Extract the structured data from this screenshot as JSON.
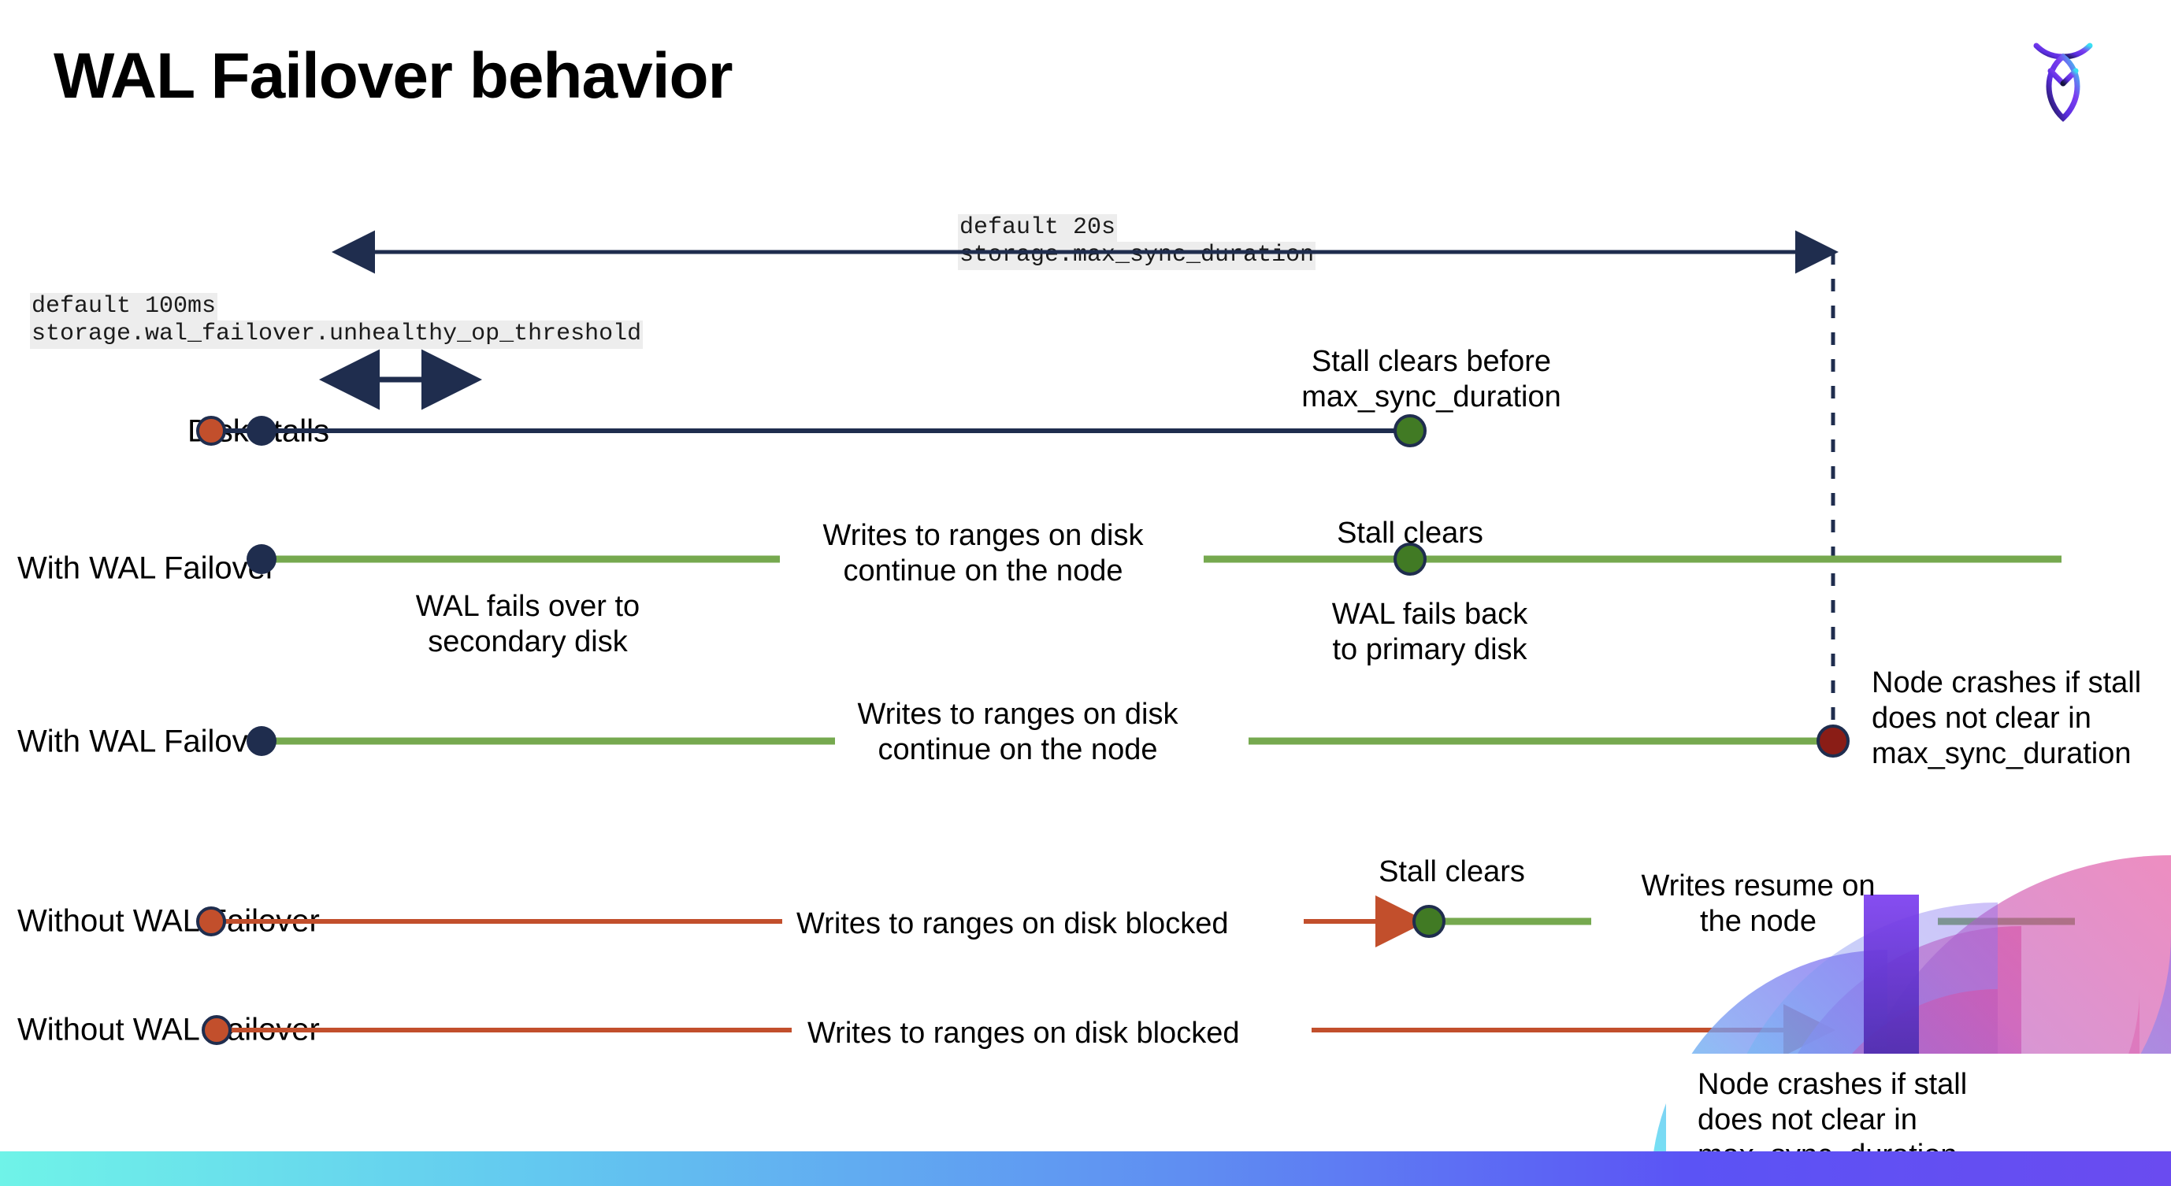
{
  "page": {
    "title": "WAL Failover behavior",
    "logo_name": "cockroach-labs-logo"
  },
  "annotations": {
    "max_sync": {
      "line1": "default 20s",
      "line2": "storage.max_sync_duration"
    },
    "unhealthy_op": {
      "line1": "default 100ms",
      "line2": "storage.wal_failover.unhealthy_op_threshold"
    }
  },
  "rows": [
    {
      "label": "Disk stalls"
    },
    {
      "label": "With WAL Failover"
    },
    {
      "label": "With WAL Failover"
    },
    {
      "label": "Without WAL Failover"
    },
    {
      "label": "Without WAL Failover"
    }
  ],
  "callouts": {
    "stall_clears_before": "Stall clears before\nmax_sync_duration",
    "stall_clears_1": "Stall clears",
    "stall_clears_2": "Stall clears",
    "writes_continue_1": "Writes to ranges on disk\ncontinue on the node",
    "writes_continue_2": "Writes to ranges on disk\ncontinue on the node",
    "wal_fails_over": "WAL fails over to\nsecondary disk",
    "wal_fails_back": "WAL fails  back\nto primary disk",
    "node_crashes_1": "Node crashes if stall\ndoes not clear in\nmax_sync_duration",
    "node_crashes_2": "Node crashes if stall\ndoes not clear in\nmax_sync_duration",
    "writes_blocked_1": "Writes to ranges on disk  blocked",
    "writes_blocked_2": "Writes to ranges on disk  blocked",
    "writes_resume": "Writes resume on\nthe node"
  },
  "colors": {
    "navy": "#1f2d4e",
    "green_line": "#76a94f",
    "green_dot": "#417a24",
    "orange": "#c24f2c",
    "dark_red": "#8a1d16",
    "code_bg": "#ededed",
    "bottom_bar_start": "#6ff3e8",
    "bottom_bar_end": "#6a4bf0"
  }
}
